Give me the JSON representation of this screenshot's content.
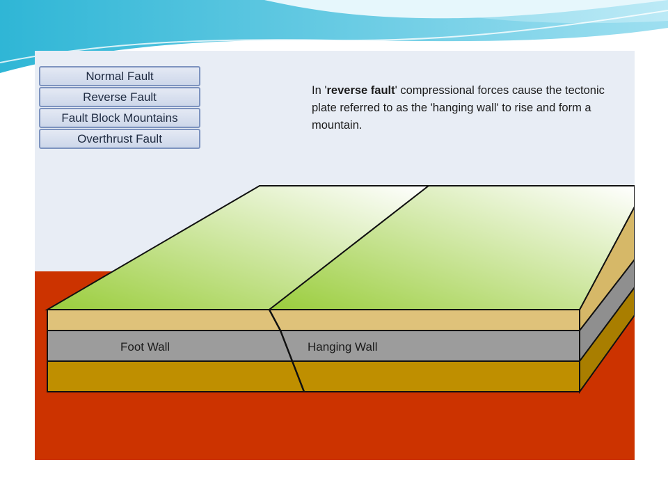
{
  "menu": {
    "items": [
      "Normal Fault",
      "Reverse Fault",
      "Fault Block Mountains",
      "Overthrust Fault"
    ]
  },
  "description": {
    "prefix": "In '",
    "term": "reverse fault",
    "rest": "' compressional forces cause the tectonic plate referred to as the 'hanging wall' to rise and form a mountain."
  },
  "labels": {
    "foot_wall": "Foot Wall",
    "hanging_wall": "Hanging Wall"
  },
  "colors": {
    "sky": "#e8edf5",
    "ground": "#cc3300",
    "surface_green": "#9acd3c",
    "topsoil": "#dfc27a",
    "middle_rock": "#9c9c9c",
    "bottom_rock": "#bf8f00",
    "side_topsoil": "#d6b868",
    "side_middle": "#8f8f8f",
    "side_bottom": "#a97e00"
  }
}
